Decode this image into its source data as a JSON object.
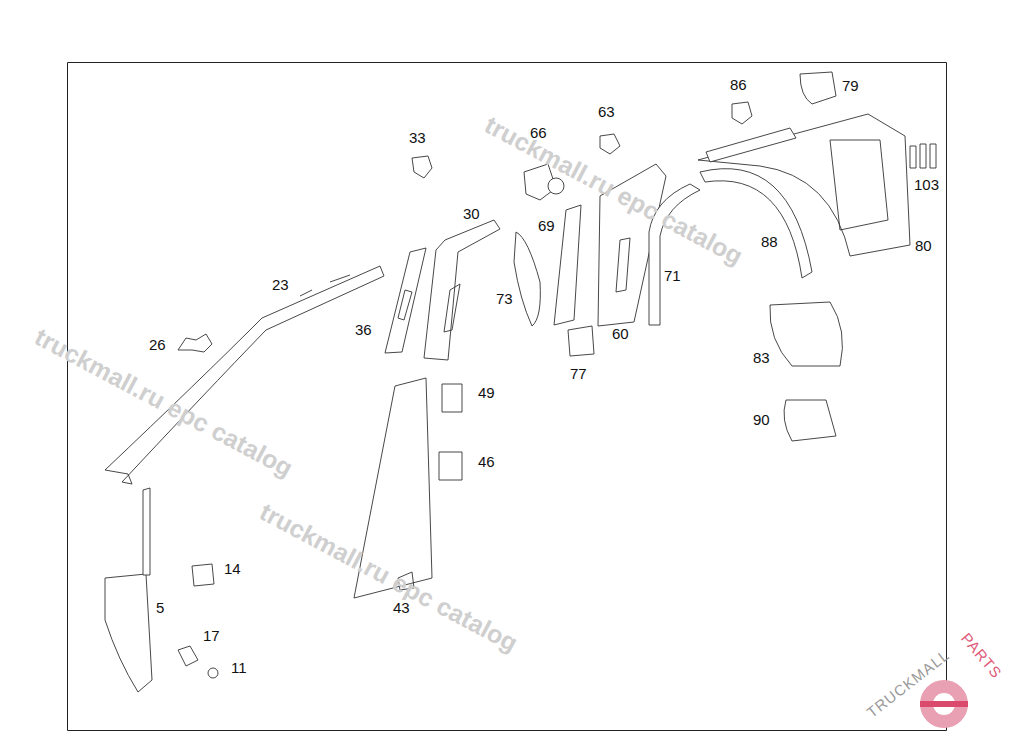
{
  "diagram": {
    "labels": [
      "79",
      "86",
      "63",
      "66",
      "33",
      "103",
      "30",
      "69",
      "80",
      "88",
      "71",
      "23",
      "73",
      "36",
      "60",
      "26",
      "83",
      "77",
      "49",
      "90",
      "46",
      "14",
      "5",
      "43",
      "17",
      "11",
      "truckmall.ru epc catalog",
      "truckmall.ru epc catalog",
      "truckmall.ru epc catalog",
      "TRUCKMALL",
      "PARTS"
    ]
  }
}
